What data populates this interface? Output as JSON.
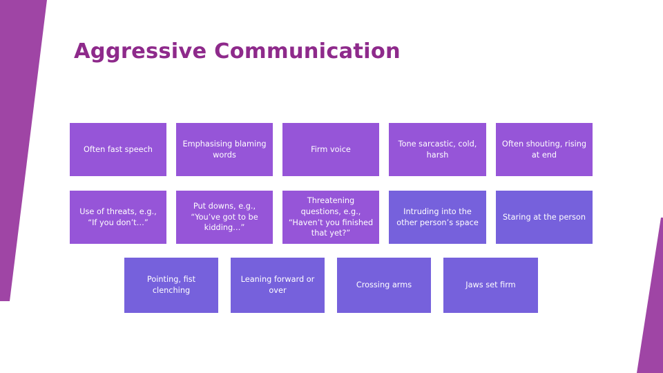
{
  "slide": {
    "title": "Aggressive Communication",
    "title_color": "#8E2A8B",
    "background_color": "#FFFFFF",
    "decoration_color": "#9F45A5",
    "box_color_primary": "#9655D8",
    "box_color_secondary": "#7661DC"
  },
  "rows": [
    {
      "name": "voice-characteristics",
      "cells": [
        {
          "label": "Often fast speech"
        },
        {
          "label": "Emphasising blaming words"
        },
        {
          "label": "Firm voice"
        },
        {
          "label": "Tone sarcastic, cold, harsh"
        },
        {
          "label": "Often shouting, rising at end"
        }
      ]
    },
    {
      "name": "verbal-behaviours",
      "cells": [
        {
          "label": "Use of threats, e.g., “If you don’t…”"
        },
        {
          "label": "Put downs, e.g., “You’ve got to be kidding…”"
        },
        {
          "label": "Threatening questions, e.g., “Haven’t you finished that yet?”"
        },
        {
          "label": "Intruding into the other person’s space"
        },
        {
          "label": "Staring at the person"
        }
      ]
    },
    {
      "name": "body-language",
      "cells": [
        {
          "label": "Pointing, fist clenching"
        },
        {
          "label": "Leaning forward or over"
        },
        {
          "label": "Crossing arms"
        },
        {
          "label": "Jaws set firm"
        }
      ]
    }
  ]
}
